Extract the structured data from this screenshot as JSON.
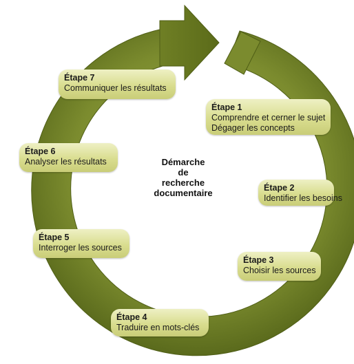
{
  "diagram": {
    "center_label_lines": [
      "Démarche",
      "de",
      "recherche",
      "documentaire"
    ],
    "colors": {
      "ring_light": "#8a9a3c",
      "ring_mid": "#6a7a26",
      "ring_dark": "#4f5e16",
      "box_fill_top": "#eef0c4",
      "box_fill_bottom": "#c9cd78"
    },
    "steps": [
      {
        "title": "Étape 1",
        "lines": [
          "Comprendre et cerner le sujet",
          "Dégager les concepts"
        ]
      },
      {
        "title": "Étape 2",
        "lines": [
          "Identifier les besoins"
        ]
      },
      {
        "title": "Étape 3",
        "lines": [
          "Choisir les sources"
        ]
      },
      {
        "title": "Étape 4",
        "lines": [
          "Traduire en mots-clés"
        ]
      },
      {
        "title": "Étape 5",
        "lines": [
          "Interroger les sources"
        ]
      },
      {
        "title": "Étape 6",
        "lines": [
          "Analyser les résultats"
        ]
      },
      {
        "title": "Étape 7",
        "lines": [
          "Communiquer les résultats"
        ]
      }
    ]
  }
}
